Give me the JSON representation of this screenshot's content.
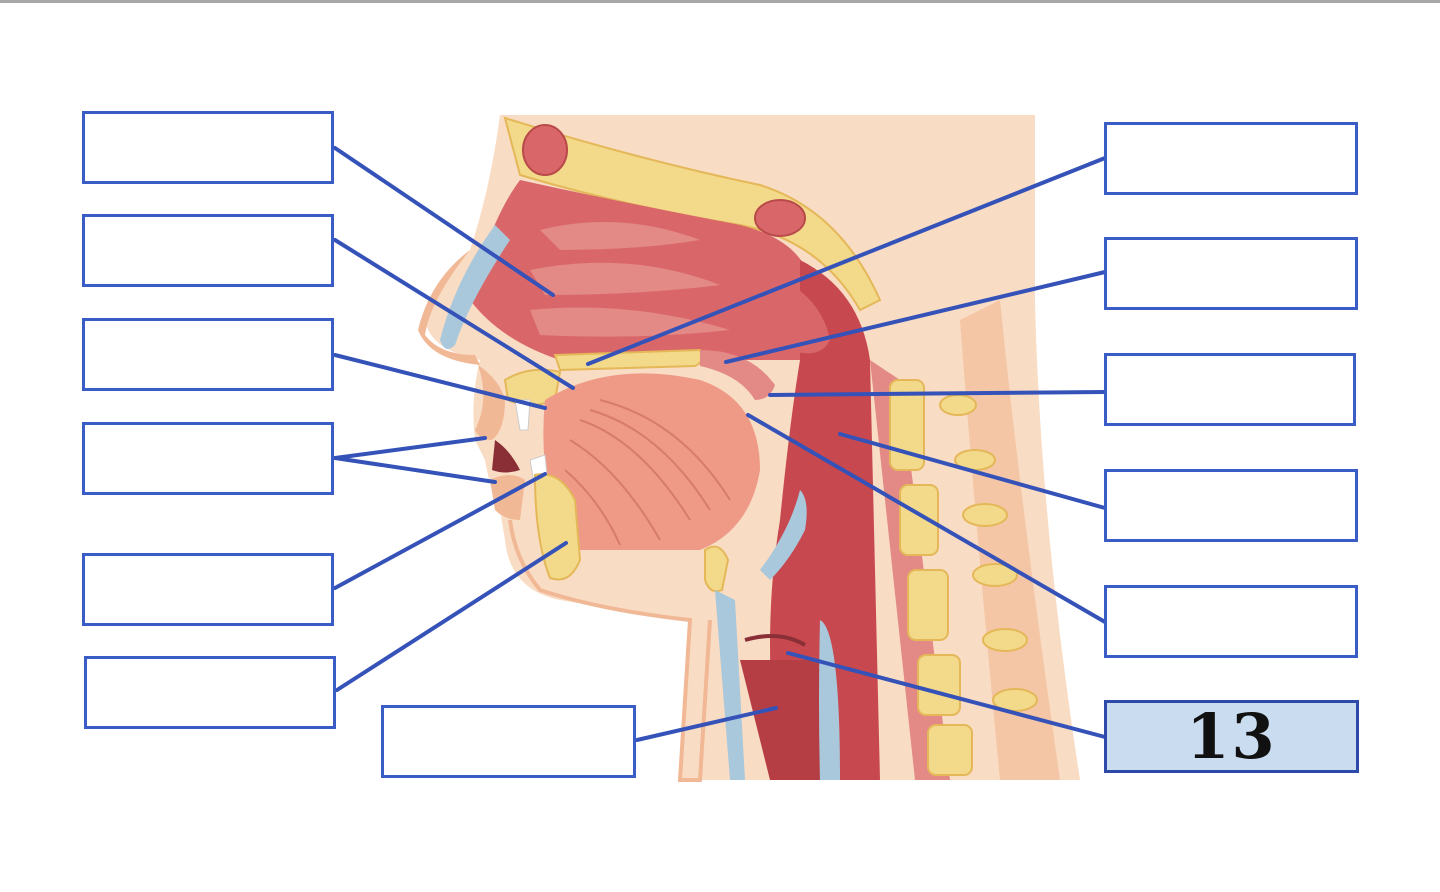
{
  "diagram": {
    "labels": [
      {
        "id": "L1",
        "text": ""
      },
      {
        "id": "L2",
        "text": ""
      },
      {
        "id": "L3",
        "text": ""
      },
      {
        "id": "L4",
        "text": ""
      },
      {
        "id": "L5",
        "text": ""
      },
      {
        "id": "L6",
        "text": ""
      },
      {
        "id": "L7",
        "text": ""
      },
      {
        "id": "R1",
        "text": ""
      },
      {
        "id": "R2",
        "text": ""
      },
      {
        "id": "R3",
        "text": ""
      },
      {
        "id": "R4",
        "text": ""
      },
      {
        "id": "R5",
        "text": ""
      },
      {
        "id": "R6",
        "text": "13"
      }
    ]
  },
  "colors": {
    "box_border": "#3a5cc6",
    "leader_line": "#3552b8",
    "filled_box": "#c9dcf0",
    "tissue_pink": "#d9676a",
    "bone_yellow": "#f3d98a",
    "skin": "#f7ceb0"
  }
}
